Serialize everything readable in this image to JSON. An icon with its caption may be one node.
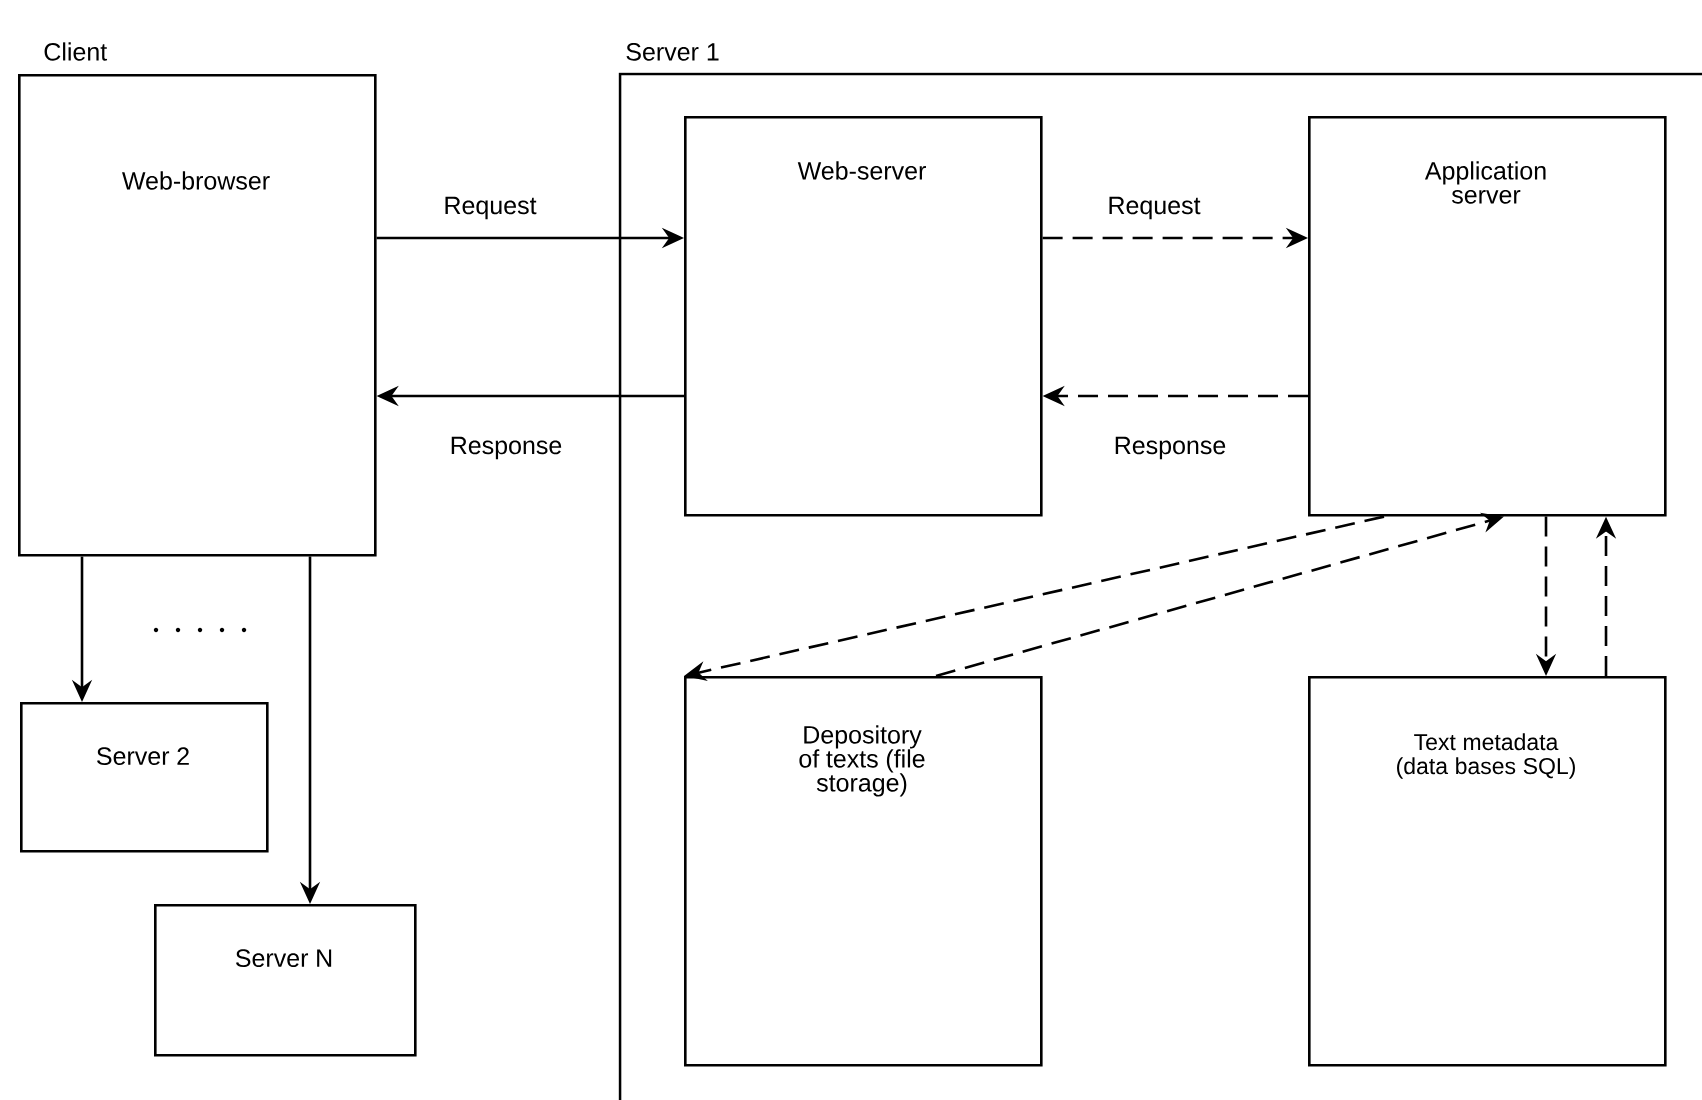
{
  "diagram": {
    "nodes": [
      {
        "text": [
          "Web-browser"
        ],
        "beside": [
          "Client"
        ]
      },
      {
        "text": [
          "Server 2"
        ]
      },
      {
        "text": [
          "Server N"
        ]
      },
      {
        "text": [
          "Server 1"
        ]
      },
      {
        "text": [
          "Web-server"
        ],
        "in": 3
      },
      {
        "text": [
          "Application server"
        ],
        "in": 3
      },
      {
        "text": [
          "Depository of texts (file storage)"
        ],
        "in": 3
      },
      {
        "text": [
          "Text metadata (data bases SQL)"
        ],
        "in": 3
      }
    ],
    "edges": [
      {
        "from": 0,
        "to": 4,
        "arrow": "to",
        "label": "Request"
      },
      {
        "from": 4,
        "to": 0,
        "arrow": "to",
        "label": "Response"
      },
      {
        "from": 4,
        "to": 5,
        "arrow": "to",
        "label": "Request",
        "style": "dashed"
      },
      {
        "from": 5,
        "to": 4,
        "arrow": "to",
        "label": "Response",
        "style": "dashed"
      },
      {
        "from": 5,
        "to": 6,
        "arrow": "to",
        "style": "dashed"
      },
      {
        "from": 6,
        "to": 5,
        "arrow": "to",
        "style": "dashed"
      },
      {
        "from": 5,
        "to": 7,
        "arrow": "to",
        "style": "dashed"
      },
      {
        "from": 7,
        "to": 5,
        "arrow": "to",
        "style": "dashed"
      },
      {
        "from": 0,
        "to": 1,
        "arrow": "to"
      },
      {
        "from": 0,
        "to": 2,
        "arrow": "to"
      }
    ]
  }
}
